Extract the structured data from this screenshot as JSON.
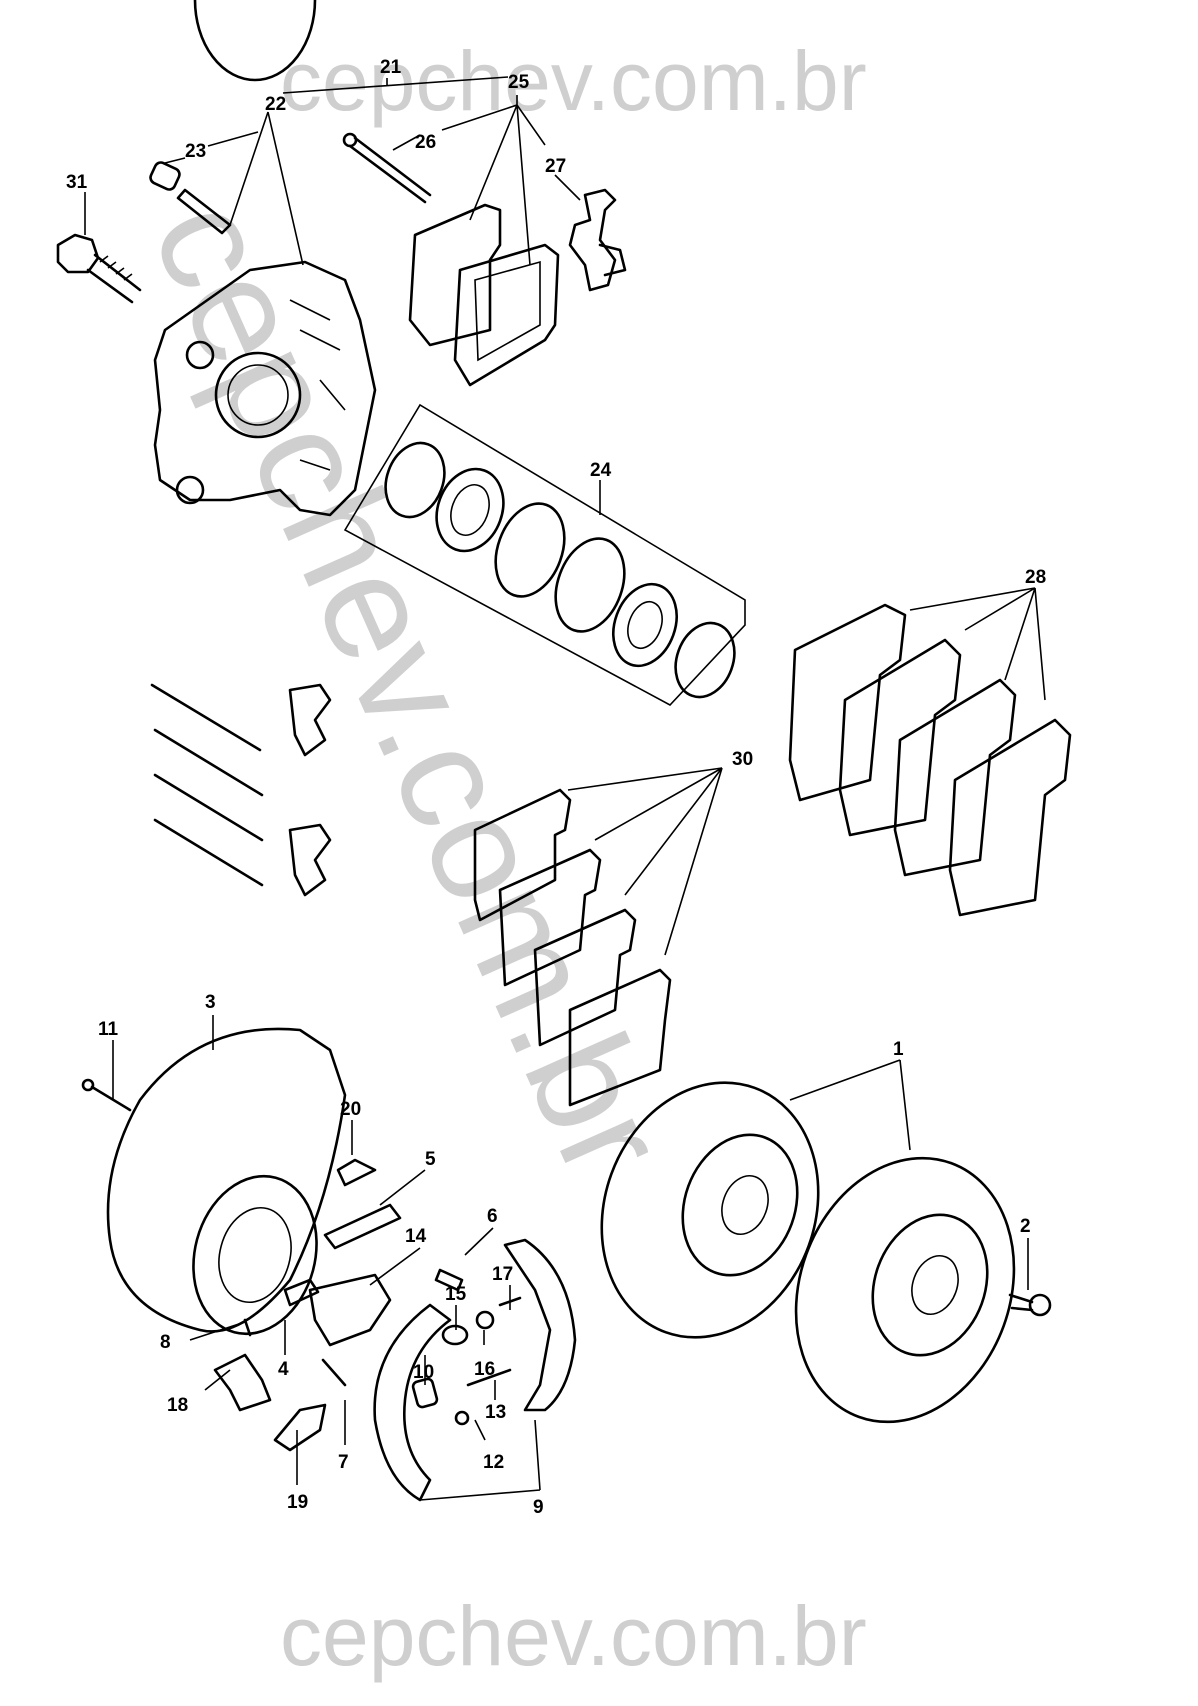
{
  "watermark": {
    "text": "cepchev.com.br",
    "color": "#cfcfcf"
  },
  "diagram": {
    "title": "",
    "description": "Exploded parts diagram: front brake caliper, pads, seal kit, brake discs, rear parking-brake shoes and hardware",
    "callouts": [
      {
        "id": "1",
        "label": "1"
      },
      {
        "id": "2",
        "label": "2"
      },
      {
        "id": "3",
        "label": "3"
      },
      {
        "id": "4",
        "label": "4"
      },
      {
        "id": "5",
        "label": "5"
      },
      {
        "id": "6",
        "label": "6"
      },
      {
        "id": "7",
        "label": "7"
      },
      {
        "id": "8",
        "label": "8"
      },
      {
        "id": "9",
        "label": "9"
      },
      {
        "id": "10",
        "label": "10"
      },
      {
        "id": "11",
        "label": "11"
      },
      {
        "id": "12",
        "label": "12"
      },
      {
        "id": "13",
        "label": "13"
      },
      {
        "id": "14",
        "label": "14"
      },
      {
        "id": "15",
        "label": "15"
      },
      {
        "id": "16",
        "label": "16"
      },
      {
        "id": "17",
        "label": "17"
      },
      {
        "id": "18",
        "label": "18"
      },
      {
        "id": "19",
        "label": "19"
      },
      {
        "id": "20",
        "label": "20"
      },
      {
        "id": "21",
        "label": "21"
      },
      {
        "id": "22",
        "label": "22"
      },
      {
        "id": "23",
        "label": "23"
      },
      {
        "id": "24",
        "label": "24"
      },
      {
        "id": "25",
        "label": "25"
      },
      {
        "id": "26",
        "label": "26"
      },
      {
        "id": "27",
        "label": "27"
      },
      {
        "id": "28",
        "label": "28"
      },
      {
        "id": "30",
        "label": "30"
      },
      {
        "id": "31",
        "label": "31"
      }
    ]
  }
}
